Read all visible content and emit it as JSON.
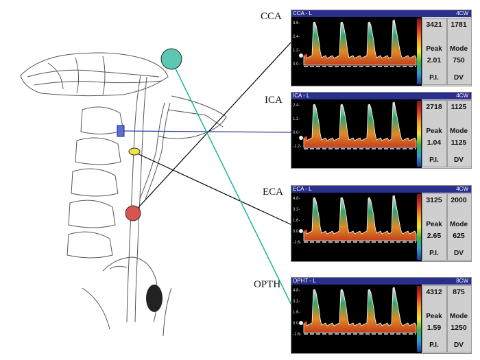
{
  "labels": {
    "cca": "CCA",
    "ica": "ICA",
    "eca": "ECA",
    "opth": "OPTH"
  },
  "panels": [
    {
      "id": "cca",
      "title": "CCA - L",
      "mode": "4CW",
      "scale": [
        "3.6-",
        "2.4-",
        "1.2-",
        "0.0-"
      ],
      "values": {
        "top_left": "3421",
        "top_right": "1781",
        "bottom_left": "2.01",
        "bottom_right": "750"
      },
      "captions": {
        "peak": "Peak",
        "mode": "Mode",
        "pi": "P.I.",
        "dv": "DV"
      }
    },
    {
      "id": "ica",
      "title": "ICA - L",
      "mode": "4CW",
      "scale": [
        "2.4-",
        "1.2-",
        "0.0-",
        "-1.2-"
      ],
      "values": {
        "top_left": "2718",
        "top_right": "1125",
        "bottom_left": "1.04",
        "bottom_right": "1125"
      },
      "captions": {
        "peak": "Peak",
        "mode": "Mode",
        "pi": "P.I.",
        "dv": "DV"
      }
    },
    {
      "id": "eca",
      "title": "ECA - L",
      "mode": "4CW",
      "scale": [
        "4.8-",
        "3.2-",
        "1.6-",
        "0.0-",
        "-1.6-"
      ],
      "values": {
        "top_left": "3125",
        "top_right": "2000",
        "bottom_left": "2.65",
        "bottom_right": "625"
      },
      "captions": {
        "peak": "Peak",
        "mode": "Mode",
        "pi": "P.I.",
        "dv": "DV"
      }
    },
    {
      "id": "opth",
      "title": "OPHT - L",
      "mode": "8CW",
      "scale": [
        "4.8-",
        "3.2-",
        "1.6-",
        "0.0-",
        "-1.6-"
      ],
      "values": {
        "top_left": "4312",
        "top_right": "875",
        "bottom_left": "1.59",
        "bottom_right": "1250"
      },
      "captions": {
        "peak": "Peak",
        "mode": "Mode",
        "pi": "P.I.",
        "dv": "DV"
      }
    }
  ],
  "colors": {
    "cca_marker": "#d9534f",
    "ica_marker": "#5b6fd6",
    "eca_marker": "#f0e442",
    "opth_marker": "#5cc8b4",
    "connector_cca": "#000000",
    "connector_ica": "#2b3a9e",
    "connector_eca": "#000000",
    "connector_opth": "#19b39b",
    "titlebar": "#2b2f8c"
  }
}
